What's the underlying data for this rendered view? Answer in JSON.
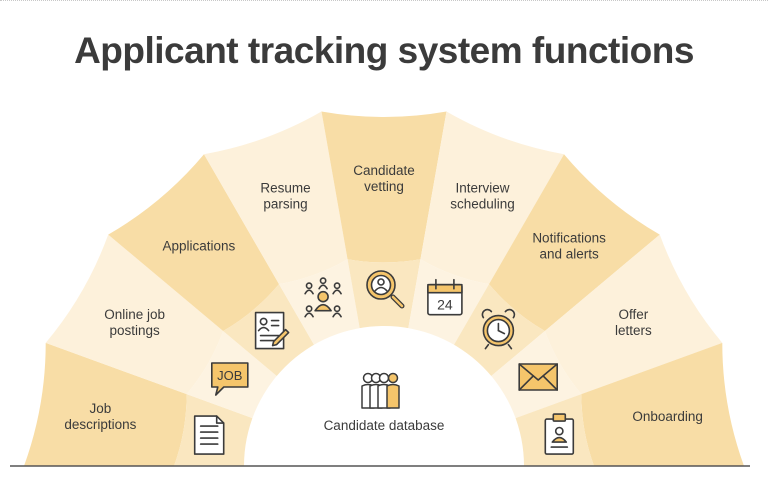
{
  "title": "Applicant tracking system functions",
  "center_label": "Candidate database",
  "colors": {
    "dark": "#f8dda6",
    "light": "#fdf1db",
    "inner_dark": "#fae7c0",
    "inner_light": "#fdf3e1",
    "icon_fill": "#f5c56b",
    "text": "#3b3b3b",
    "baseline": "#555555"
  },
  "segments": [
    {
      "id": "job-descriptions",
      "lines": [
        "Job",
        "descriptions"
      ],
      "icon": "document-icon",
      "tone": "dark"
    },
    {
      "id": "online-job-postings",
      "lines": [
        "Online job",
        "postings"
      ],
      "icon": "job-speech-bubble-icon",
      "tone": "light"
    },
    {
      "id": "applications",
      "lines": [
        "Applications"
      ],
      "icon": "application-form-icon",
      "tone": "dark"
    },
    {
      "id": "resume-parsing",
      "lines": [
        "Resume",
        "parsing"
      ],
      "icon": "people-network-icon",
      "tone": "light"
    },
    {
      "id": "candidate-vetting",
      "lines": [
        "Candidate",
        "vetting"
      ],
      "icon": "magnifier-person-icon",
      "tone": "dark"
    },
    {
      "id": "interview-scheduling",
      "lines": [
        "Interview",
        "scheduling"
      ],
      "icon": "calendar-icon",
      "tone": "light",
      "icon_text": "24"
    },
    {
      "id": "notifications-and-alerts",
      "lines": [
        "Notifications",
        "and alerts"
      ],
      "icon": "alarm-clock-icon",
      "tone": "dark"
    },
    {
      "id": "offer-letters",
      "lines": [
        "Offer",
        "letters"
      ],
      "icon": "envelope-icon",
      "tone": "light"
    },
    {
      "id": "onboarding",
      "lines": [
        "Onboarding"
      ],
      "icon": "id-badge-icon",
      "tone": "dark"
    }
  ]
}
